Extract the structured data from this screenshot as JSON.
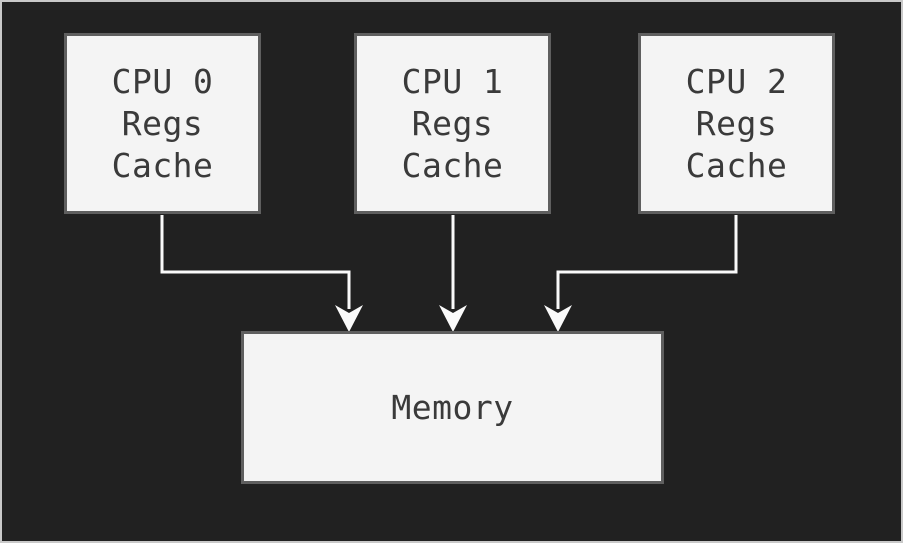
{
  "colors": {
    "canvas-bg": "#212121",
    "canvas-border": "#c9c9c9",
    "node-fill": "#f4f4f4",
    "node-border": "#5f5f5f",
    "node-text": "#3a3a3a",
    "arrow": "#fafafa"
  },
  "nodes": {
    "cpu0": {
      "title": "CPU 0",
      "line2": "Regs",
      "line3": "Cache"
    },
    "cpu1": {
      "title": "CPU 1",
      "line2": "Regs",
      "line3": "Cache"
    },
    "cpu2": {
      "title": "CPU 2",
      "line2": "Regs",
      "line3": "Cache"
    },
    "memory": {
      "label": "Memory"
    }
  }
}
